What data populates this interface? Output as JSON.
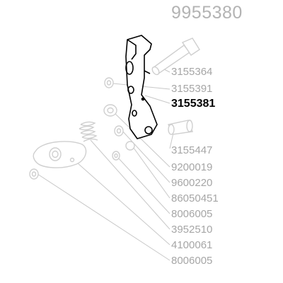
{
  "diagram": {
    "assembly_number": "9955380",
    "highlighted_part": "3155381",
    "parts": [
      {
        "number": "3155364",
        "highlighted": false
      },
      {
        "number": "3155391",
        "highlighted": false
      },
      {
        "number": "3155381",
        "highlighted": true
      },
      {
        "number": "3155447",
        "highlighted": false
      },
      {
        "number": "9200019",
        "highlighted": false
      },
      {
        "number": "9600220",
        "highlighted": false
      },
      {
        "number": "86050451",
        "highlighted": false
      },
      {
        "number": "8006005",
        "highlighted": false
      },
      {
        "number": "3952510",
        "highlighted": false
      },
      {
        "number": "4100061",
        "highlighted": false
      },
      {
        "number": "8006005",
        "highlighted": false
      }
    ],
    "colors": {
      "label": "#a6a6a6",
      "highlight": "#000000",
      "leader": "#c8c8c8",
      "part_outline": "#cfcfcf"
    }
  }
}
